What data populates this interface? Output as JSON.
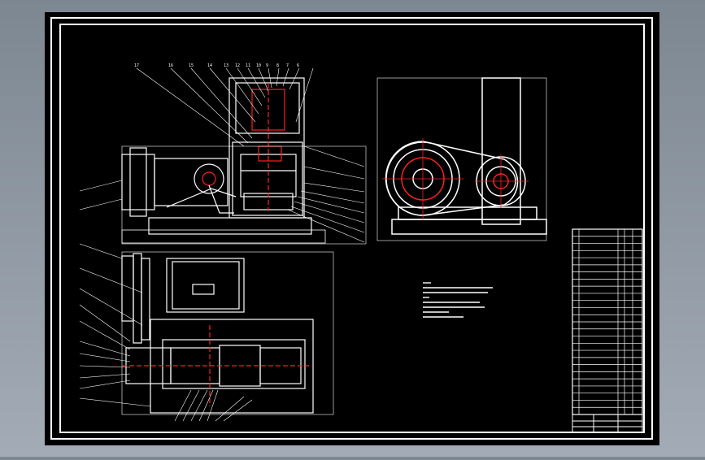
{
  "colors": {
    "background": "#7f8a94",
    "canvas": "#000000",
    "line": "#ffffff",
    "accent": "#ff2020"
  },
  "balloon_labels_top": [
    "17",
    "16",
    "15",
    "14",
    "13",
    "12",
    "11",
    "10",
    "9",
    "8",
    "7",
    "6"
  ],
  "parts_table_rows": 26
}
